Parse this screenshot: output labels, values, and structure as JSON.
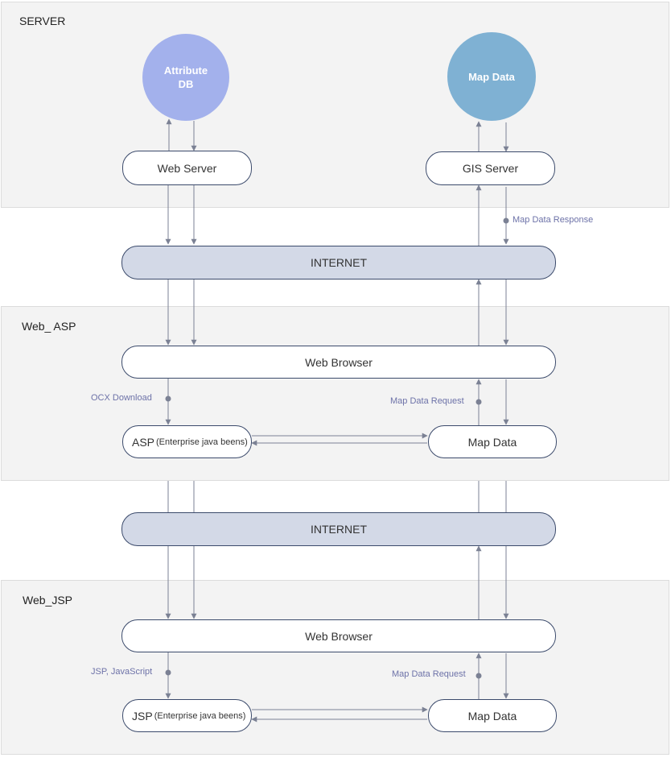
{
  "panels": {
    "server": "SERVER",
    "web_asp": "Web_ ASP",
    "web_jsp": "Web_JSP"
  },
  "server": {
    "attribute_db": "Attribute\nDB",
    "map_data": "Map Data",
    "web_server": "Web Server",
    "gis_server": "GIS Server"
  },
  "internet": {
    "top": "INTERNET",
    "bottom": "INTERNET"
  },
  "asp": {
    "web_browser": "Web Browser",
    "asp_main": "ASP",
    "asp_sub": "(Enterprise java beens)",
    "map_data": "Map Data"
  },
  "jsp": {
    "web_browser": "Web Browser",
    "jsp_main": "JSP",
    "jsp_sub": "(Enterprise java beens)",
    "map_data": "Map Data"
  },
  "notes": {
    "map_data_response": "Map Data Response",
    "ocx_download": "OCX Download",
    "asp_map_data_request": "Map Data Request",
    "jsp_javascript": "JSP, JavaScript",
    "jsp_map_data_request": "Map Data Request"
  },
  "colors": {
    "attribute_db": "#a3b1ec",
    "map_data_circle": "#7fb1d3",
    "internet_fill": "#d3d9e7",
    "line": "#7b8194",
    "note_text": "#6d72a8"
  }
}
